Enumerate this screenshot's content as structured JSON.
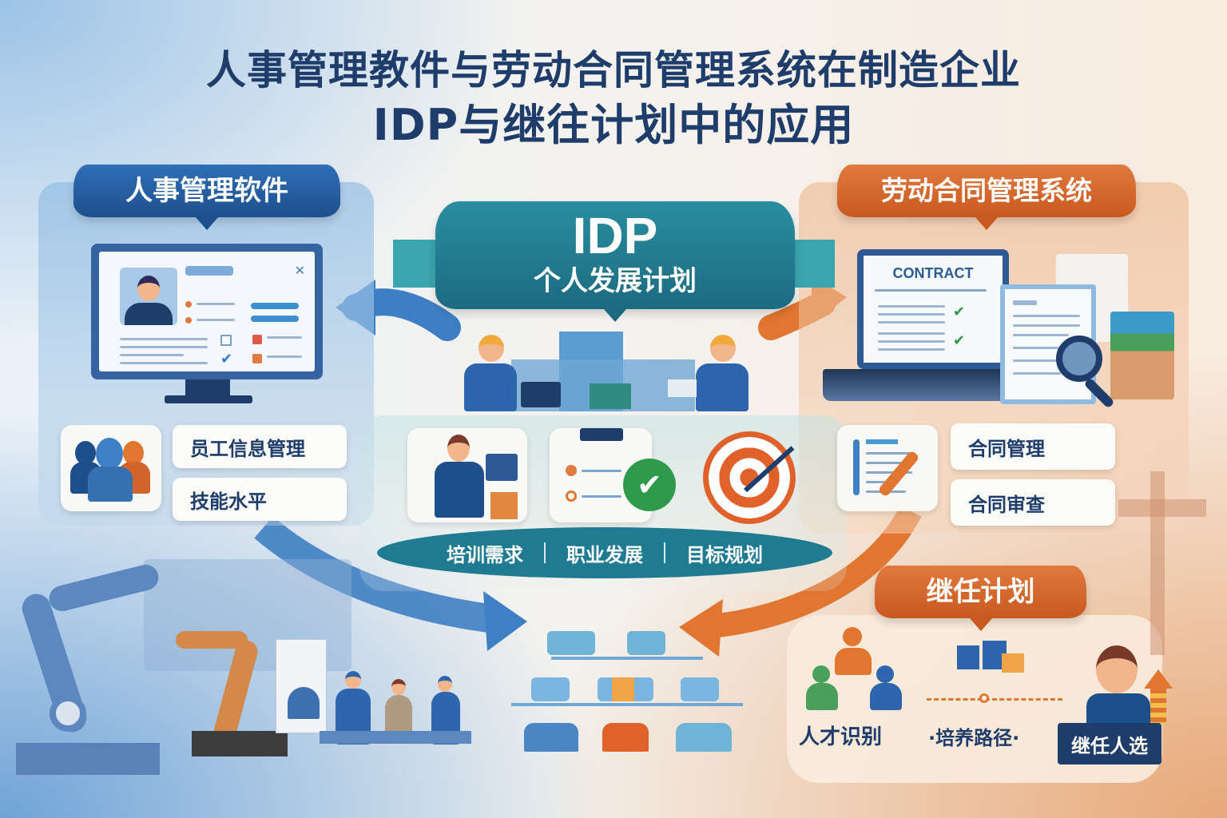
{
  "title": {
    "line1": "人事管理教件与劳动合同管理系统在制造企业",
    "line2": "IDP与继往计划中的应用"
  },
  "hr_software": {
    "banner": "人事管理软件",
    "features": [
      "员工信息管理",
      "技能水平"
    ],
    "icons": [
      "employee-profile-monitor",
      "team-group-icon"
    ]
  },
  "contract_system": {
    "banner": "劳动合同管理系统",
    "doc_heading": "CONTRACT",
    "features": [
      "合同管理",
      "合同审查"
    ],
    "icons": [
      "contract-laptop",
      "magnifier-icon",
      "document-pen-icon"
    ]
  },
  "idp": {
    "title": "IDP",
    "subtitle": "个人发展计划",
    "steps": [
      "培训需求",
      "职业发展",
      "目标规划"
    ],
    "icons": [
      "presenter-icon",
      "checklist-icon",
      "target-icon"
    ]
  },
  "succession": {
    "banner": "继任计划",
    "items": [
      "人才识别",
      "培养路径",
      "继任人选"
    ],
    "bullet": "·"
  },
  "colors": {
    "title_text": "#1f3d6b",
    "hr_blue": "#2f6fb5",
    "contract_orange": "#d8692c",
    "idp_teal": "#1f7b91",
    "check_green": "#2f9a4c"
  }
}
